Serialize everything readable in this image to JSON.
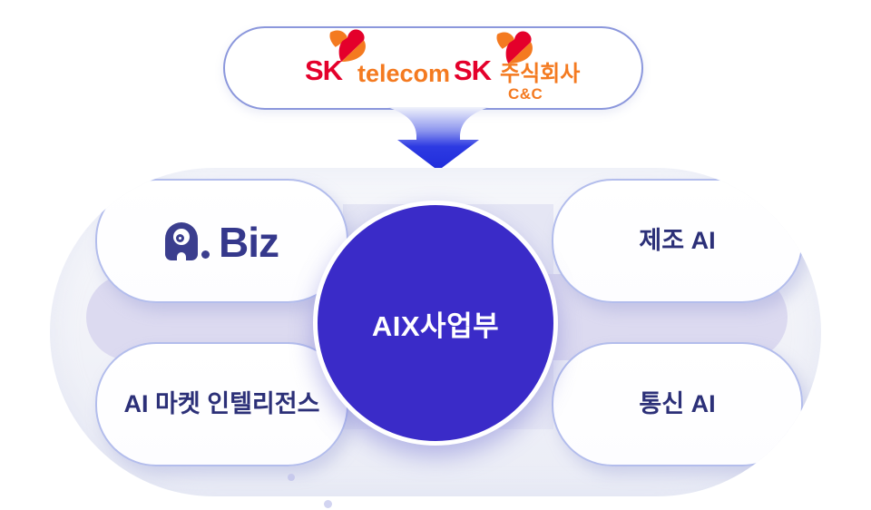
{
  "sources": {
    "skt": {
      "sk": "SK",
      "name": "telecom"
    },
    "skcc": {
      "sk": "SK",
      "name": "주식회사",
      "sub": "C&C"
    }
  },
  "center": {
    "label": "AIX사업부"
  },
  "units": [
    {
      "id": "a-biz",
      "brand_prefix": "A.",
      "label": "Biz"
    },
    {
      "id": "manufacturing-ai",
      "label": "제조 AI"
    },
    {
      "id": "ai-market-intelligence",
      "label": "AI 마켓 인텔리전스"
    },
    {
      "id": "telecom-ai",
      "label": "통신 AI"
    }
  ],
  "icons": {
    "butterfly": "sk-butterfly-icon",
    "arrow": "merge-down-arrow-icon",
    "adot": "a-dot-mascot-icon"
  },
  "colors": {
    "sk_red": "#e4002b",
    "sk_orange": "#f47a20",
    "circle_blue": "#3a2bc8",
    "navy_text": "#2c3078",
    "abiz_navy": "#3b3e8e",
    "band_lavender": "#dcdaf0",
    "pill_border": "#b3bdec",
    "capsule_border": "#8b97dc",
    "arrow_blue": "#2230e0"
  }
}
